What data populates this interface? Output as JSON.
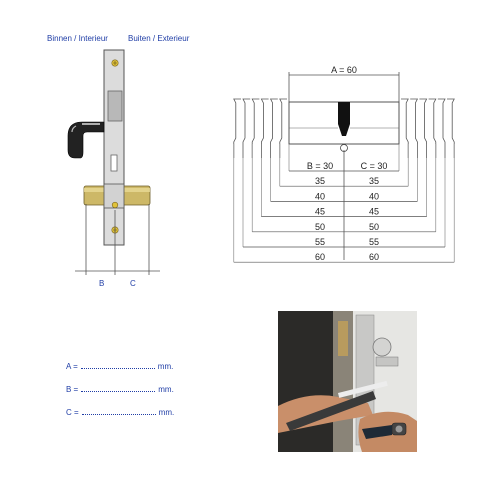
{
  "labels": {
    "inside": "Binnen / Interieur",
    "outside": "Buiten / Exterieur",
    "b_axis": "B",
    "c_axis": "C"
  },
  "cylinder": {
    "total_label": "A = 60",
    "rows": [
      {
        "left": "B = 30",
        "right": "C = 30"
      },
      {
        "left": "35",
        "right": "35"
      },
      {
        "left": "40",
        "right": "40"
      },
      {
        "left": "45",
        "right": "45"
      },
      {
        "left": "50",
        "right": "50"
      },
      {
        "left": "55",
        "right": "55"
      },
      {
        "left": "60",
        "right": "60"
      }
    ]
  },
  "form": {
    "rows": [
      {
        "prefix": "A =",
        "unit": "mm."
      },
      {
        "prefix": "B =",
        "unit": "mm."
      },
      {
        "prefix": "C =",
        "unit": "mm."
      }
    ]
  },
  "colors": {
    "line": "#555555",
    "label_blue": "#1f3da6",
    "brass": "#c9b46a",
    "handle": "#222222",
    "plate": "#d9d9d9"
  }
}
